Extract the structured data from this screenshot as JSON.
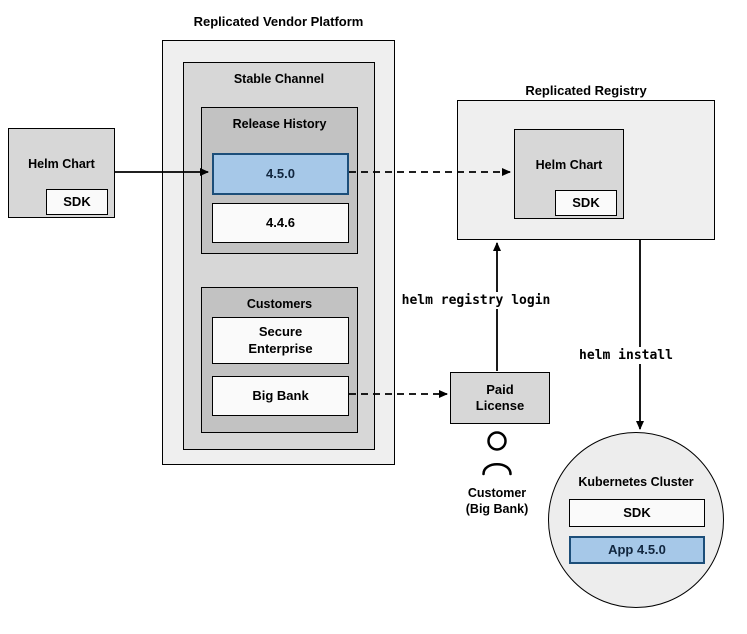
{
  "vendor_platform": {
    "title": "Replicated Vendor Platform",
    "stable_channel": {
      "title": "Stable Channel"
    },
    "release_history": {
      "title": "Release History",
      "versions": [
        {
          "label": "4.5.0",
          "highlighted": true
        },
        {
          "label": "4.4.6",
          "highlighted": false
        }
      ]
    },
    "customers": {
      "title": "Customers",
      "items": [
        {
          "label": "Secure Enterprise"
        },
        {
          "label": "Big Bank"
        }
      ]
    }
  },
  "helm_chart_source": {
    "label": "Helm Chart",
    "sdk_label": "SDK"
  },
  "registry": {
    "title": "Replicated Registry",
    "helm_chart": {
      "label": "Helm Chart",
      "sdk_label": "SDK"
    }
  },
  "paid_license": {
    "label": "Paid License"
  },
  "customer": {
    "label": "Customer (Big Bank)"
  },
  "edge_labels": {
    "registry_login": "helm registry login",
    "helm_install": "helm install"
  },
  "cluster": {
    "title": "Kubernetes Cluster",
    "sdk_label": "SDK",
    "app_label": "App 4.5.0"
  },
  "icons": {
    "customer_icon": "person-icon"
  },
  "colors": {
    "container_fill": "#efefef",
    "panel_fill": "#d7d7d7",
    "group_fill": "#c2c2c2",
    "item_fill": "#fafafa",
    "highlight_fill": "#a6c8e8",
    "highlight_border": "#1c4e79",
    "highlight_text": "#11263e",
    "line_color": "#000000"
  }
}
